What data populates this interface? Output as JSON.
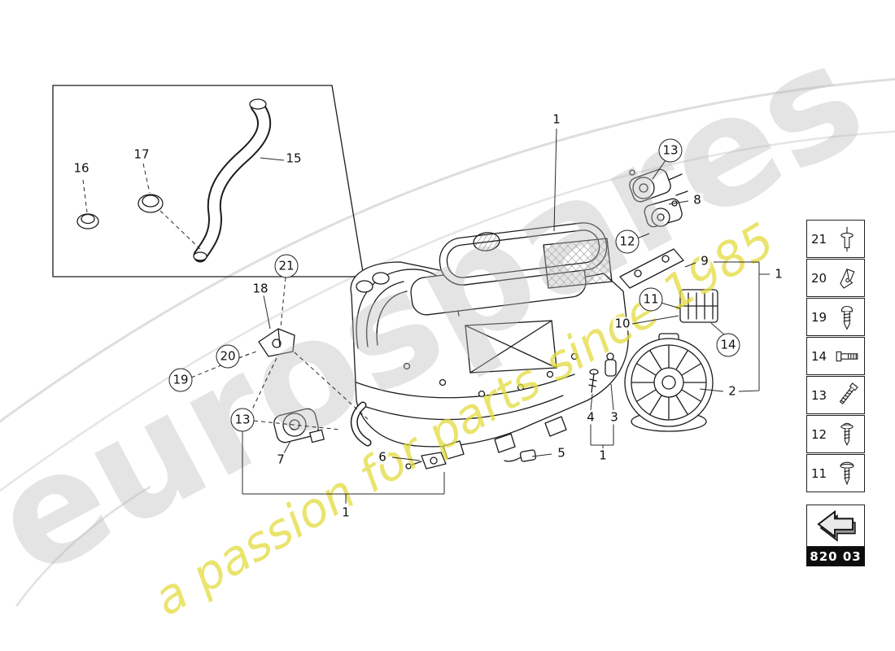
{
  "page": {
    "watermark_brand": "eurospares",
    "watermark_tagline": "a passion for parts since 1985",
    "part_code": "820 03"
  },
  "callouts": [
    {
      "label": "16",
      "circled": false
    },
    {
      "label": "17",
      "circled": false
    },
    {
      "label": "15",
      "circled": false
    },
    {
      "label": "1",
      "circled": false
    },
    {
      "label": "13",
      "circled": true
    },
    {
      "label": "8",
      "circled": false
    },
    {
      "label": "12",
      "circled": true
    },
    {
      "label": "9",
      "circled": false
    },
    {
      "label": "1",
      "circled": false
    },
    {
      "label": "11",
      "circled": true
    },
    {
      "label": "10",
      "circled": false
    },
    {
      "label": "14",
      "circled": true
    },
    {
      "label": "2",
      "circled": false
    },
    {
      "label": "21",
      "circled": true
    },
    {
      "label": "18",
      "circled": false
    },
    {
      "label": "20",
      "circled": true
    },
    {
      "label": "19",
      "circled": true
    },
    {
      "label": "13",
      "circled": true
    },
    {
      "label": "7",
      "circled": false
    },
    {
      "label": "6",
      "circled": false
    },
    {
      "label": "5",
      "circled": false
    },
    {
      "label": "4",
      "circled": false
    },
    {
      "label": "3",
      "circled": false
    },
    {
      "label": "1",
      "circled": false
    },
    {
      "label": "1",
      "circled": false
    }
  ],
  "sidebar": {
    "items": [
      {
        "label": "21",
        "icon": "blind-rivet-icon"
      },
      {
        "label": "20",
        "icon": "sheet-metal-clip-icon"
      },
      {
        "label": "19",
        "icon": "pan-head-screw-icon"
      },
      {
        "label": "14",
        "icon": "hex-bolt-icon"
      },
      {
        "label": "13",
        "icon": "long-bolt-icon"
      },
      {
        "label": "12",
        "icon": "washer-head-screw-icon"
      },
      {
        "label": "11",
        "icon": "mushroom-head-screw-icon"
      }
    ]
  }
}
